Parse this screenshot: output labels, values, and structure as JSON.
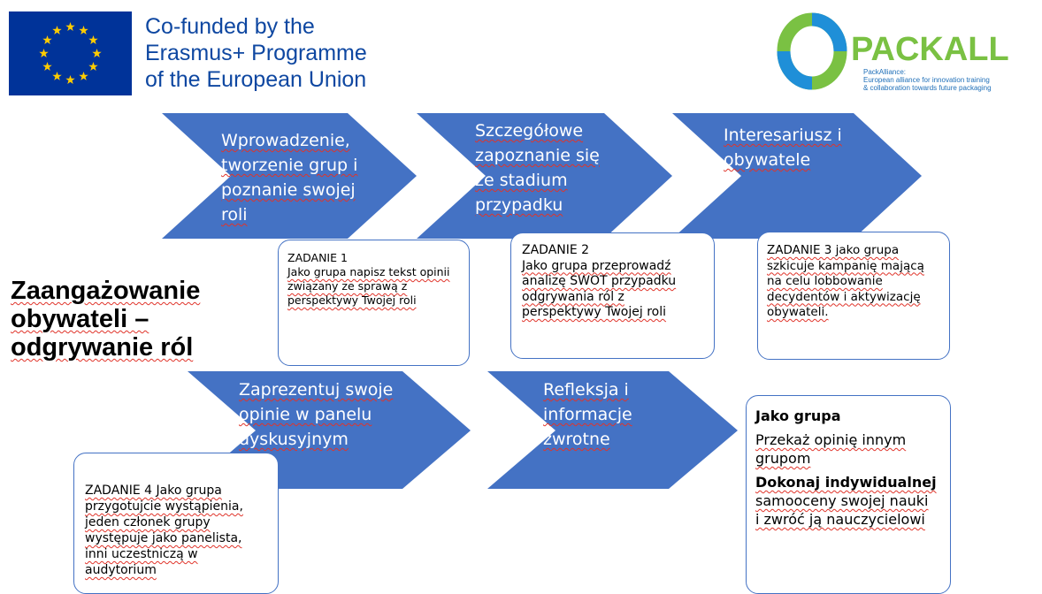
{
  "header": {
    "eu_text_lines": [
      "Co-funded by the",
      "Erasmus+ Programme",
      "of the European Union"
    ],
    "logo_brand": "PACKALL",
    "logo_sub_lines": [
      "PackAlliance:",
      "European alliance for innovation training",
      "& collaboration towards future packaging"
    ]
  },
  "title_lines": [
    "Zaangażowanie",
    "obywateli –",
    "odgrywanie ról"
  ],
  "steps": [
    {
      "lines": [
        "Wprowadzenie,",
        "tworzenie grup i",
        "poznanie swojej",
        "roli"
      ]
    },
    {
      "lines": [
        "Szczegółowe",
        "zapoznanie się",
        "ze stadium",
        "przypadku"
      ]
    },
    {
      "lines": [
        "Interesariusz i",
        "obywatele"
      ]
    },
    {
      "lines": [
        "Zaprezentuj swoje",
        "opinie w panelu",
        "dyskusyjnym"
      ]
    },
    {
      "lines": [
        "Refleksja i",
        "informacje",
        "zwrotne"
      ]
    }
  ],
  "tasks": [
    {
      "lines": [
        "ZADANIE 1",
        "Jako grupa napisz tekst opinii",
        "związany ze sprawą z",
        "perspektywy Twojej roli"
      ]
    },
    {
      "lines": [
        "ZADANIE 2",
        "Jako grupa przeprowadź",
        "analizę SWOT przypadku",
        "odgrywania ról z",
        "perspektywy Twojej roli"
      ]
    },
    {
      "lines": [
        "ZADANIE 3 jako grupa",
        "szkicuje kampanię mającą",
        "na celu lobbowanie",
        "decydentów i aktywizację",
        "obywateli."
      ]
    },
    {
      "lines": [
        "ZADANIE 4 Jako grupa",
        "przygotujcie wystąpienia,",
        "jeden członek grupy",
        "występuje jako panelista,",
        "inni uczestniczą w",
        "audytorium"
      ]
    }
  ],
  "final_box": {
    "heading1": "Jako grupa",
    "text1": [
      "Przekaż opinię innym",
      "grupom"
    ],
    "heading2": "Dokonaj indywidualnej",
    "text2": [
      "samooceny swojej nauki",
      "i zwróć ją nauczycielowi"
    ]
  },
  "colors": {
    "chevron": "#4472c4",
    "eu_blue": "#003399",
    "eu_star": "#ffcc00",
    "logo_green": "#7ac143",
    "logo_blue": "#1f8fd8"
  }
}
